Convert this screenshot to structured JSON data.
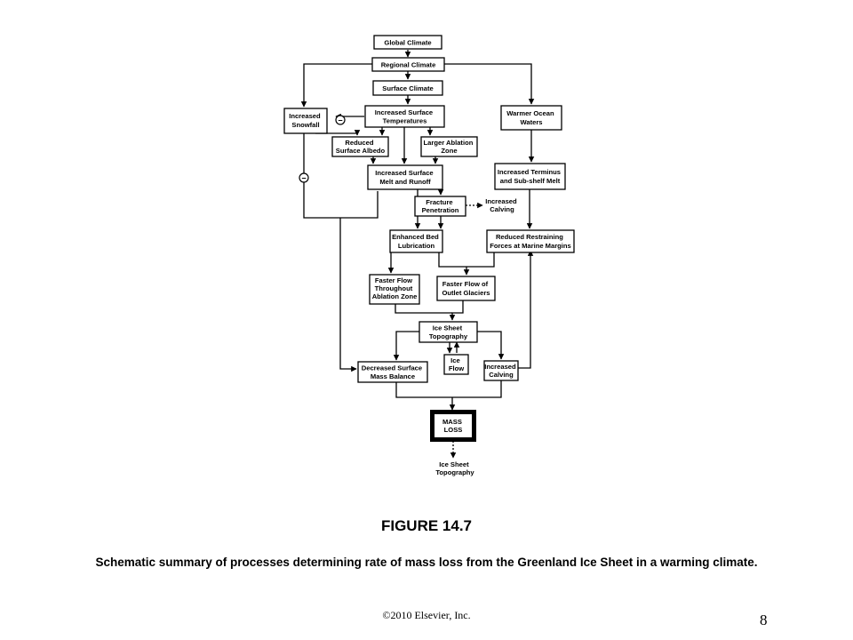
{
  "diagram": {
    "nodes": {
      "global_climate": [
        "Global Climate"
      ],
      "regional_climate": [
        "Regional Climate"
      ],
      "surface_climate": [
        "Surface Climate"
      ],
      "increased_snowfall": [
        "Increased",
        "Snowfall"
      ],
      "increased_surface_temps": [
        "Increased Surface",
        "Temperatures"
      ],
      "warmer_ocean": [
        "Warmer Ocean",
        "Waters"
      ],
      "reduced_albedo": [
        "Reduced",
        "Surface Albedo"
      ],
      "larger_ablation": [
        "Larger Ablation",
        "Zone"
      ],
      "melt_runoff": [
        "Increased Surface",
        "Melt and Runoff"
      ],
      "terminus_melt": [
        "Increased Terminus",
        "and Sub-shelf Melt"
      ],
      "fracture": [
        "Fracture",
        "Penetration"
      ],
      "calving_top": [
        "Increased",
        "Calving"
      ],
      "bed_lubrication": [
        "Enhanced Bed",
        "Lubrication"
      ],
      "restraining_forces": [
        "Reduced Restraining",
        "Forces at Marine Margins"
      ],
      "faster_flow_ablation": [
        "Faster Flow",
        "Throughout",
        "Ablation Zone"
      ],
      "faster_flow_outlet": [
        "Faster Flow of",
        "Outlet Glaciers"
      ],
      "topography_mid": [
        "Ice Sheet",
        "Topography"
      ],
      "ice_flow": [
        "Ice",
        "Flow"
      ],
      "decreased_mass_balance": [
        "Decreased Surface",
        "Mass Balance"
      ],
      "calving_bottom": [
        "Increased",
        "Calving"
      ],
      "mass_loss": [
        "MASS",
        "LOSS"
      ],
      "topography_bottom": [
        "Ice Sheet",
        "Topography"
      ]
    },
    "negative_sign": "−"
  },
  "figure": {
    "title": "FIGURE 14.7",
    "caption": "Schematic summary of processes determining rate of mass loss from the Greenland Ice Sheet in a warming climate."
  },
  "footer": {
    "copyright": "©2010 Elsevier, Inc.",
    "page_number": "8"
  }
}
